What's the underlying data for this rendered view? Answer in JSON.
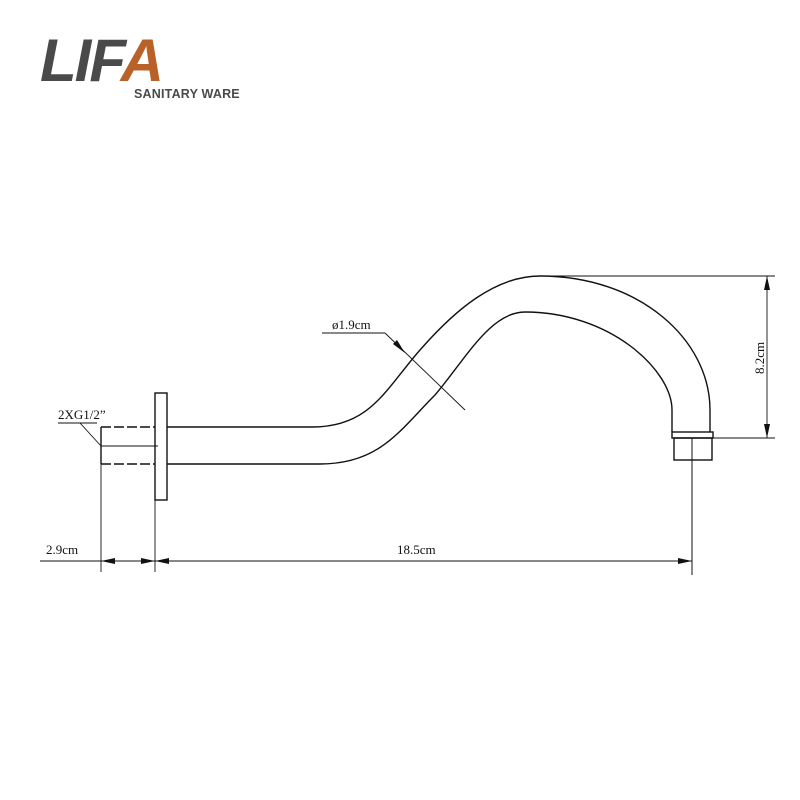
{
  "logo": {
    "brand_dark": "LIF",
    "brand_accent": "A",
    "tagline": "SANITARY WARE",
    "accent_color": "#b8622a",
    "dark_color": "#4a4a4a"
  },
  "drawing": {
    "thread_label": "2XG1/2”",
    "diameter_label": "ø1.9cm",
    "height_label": "8.2cm",
    "stub_length_label": "2.9cm",
    "arm_length_label": "18.5cm"
  }
}
